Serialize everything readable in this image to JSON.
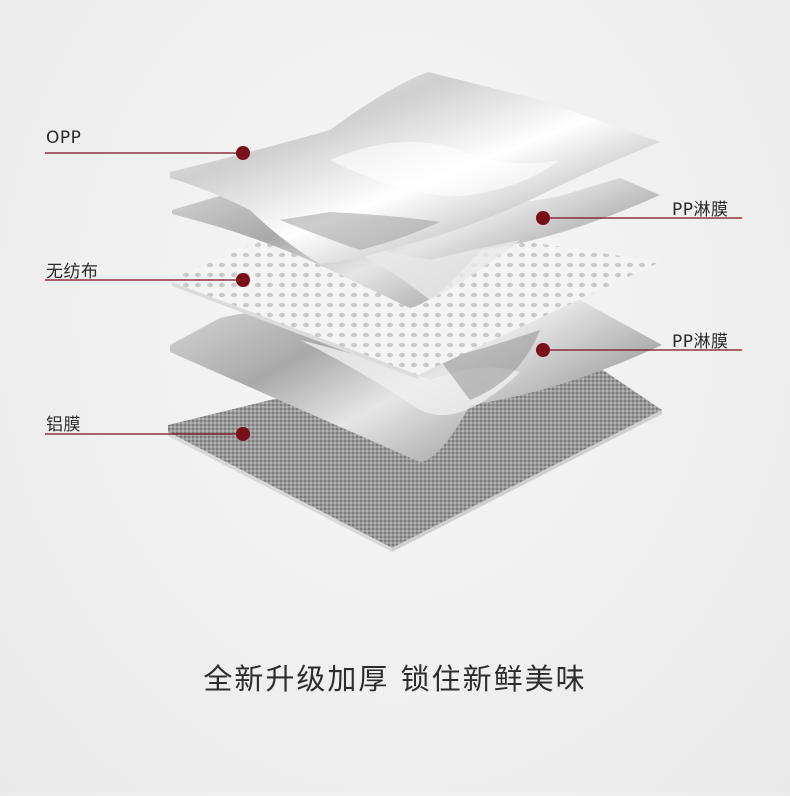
{
  "layers": {
    "opp": "OPP",
    "pp_coating_top": "PP淋膜",
    "nonwoven": "无纺布",
    "pp_coating_bottom": "PP淋膜",
    "aluminum_film": "铝膜"
  },
  "headline": "全新升级加厚 锁住新鲜美味",
  "colors": {
    "marker": "#7a0f1c",
    "line": "#7a0f1c",
    "text": "#2d2d2d"
  }
}
